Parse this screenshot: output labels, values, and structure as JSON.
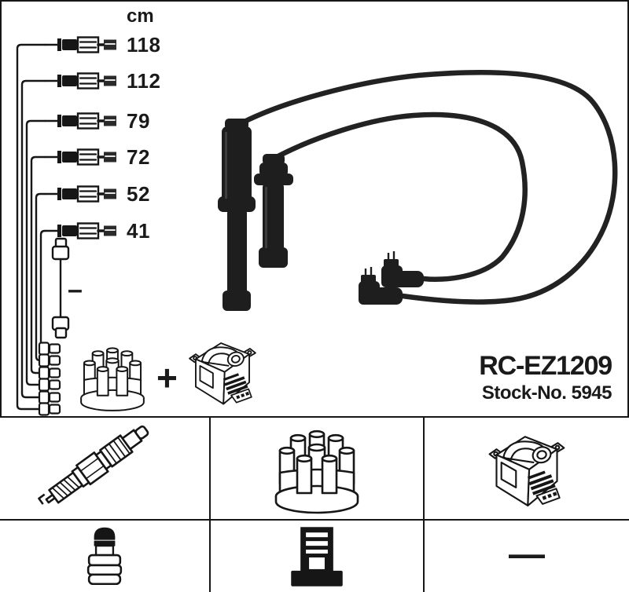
{
  "product": {
    "code": "RC-EZ1209",
    "stock_no": "Stock-No. 5945"
  },
  "length_list": {
    "unit": "cm",
    "items": [
      {
        "length": "118"
      },
      {
        "length": "112"
      },
      {
        "length": "79"
      },
      {
        "length": "72"
      },
      {
        "length": "52"
      },
      {
        "length": "41"
      }
    ],
    "coil_wire_length": "–"
  },
  "kit": {
    "plus": "+"
  },
  "parts_grid": {
    "cells": [
      {
        "icon": "spark-plug-icon",
        "label": ""
      },
      {
        "icon": "distributor-cap-icon",
        "label": ""
      },
      {
        "icon": "ignition-coil-icon",
        "label": ""
      },
      {
        "icon": "plug-boot-terminal-icon",
        "label": ""
      },
      {
        "icon": "ribbed-terminal-icon",
        "label": ""
      },
      {
        "icon": "dash",
        "label": "—"
      }
    ]
  },
  "colors": {
    "ink": "#161616",
    "paper": "#ffffff",
    "photo_black": "#1e1e1e"
  }
}
